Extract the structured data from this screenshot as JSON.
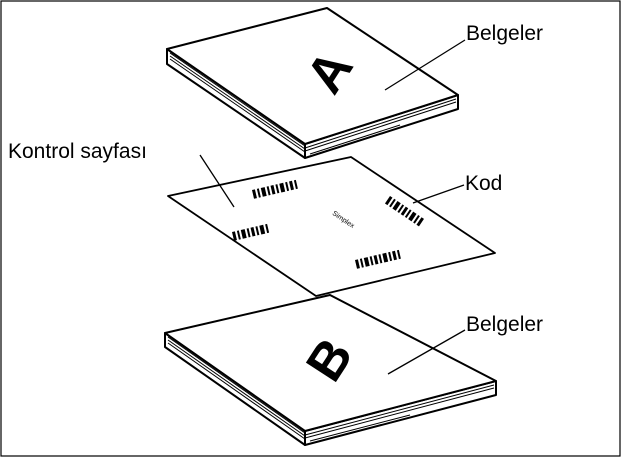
{
  "labels": {
    "documents_top": "Belgeler",
    "control_sheet": "Kontrol sayfası",
    "code": "Kod",
    "documents_bottom": "Belgeler"
  },
  "stack_letters": {
    "top": "A",
    "bottom": "B"
  },
  "control_sheet_text": "Simplex"
}
